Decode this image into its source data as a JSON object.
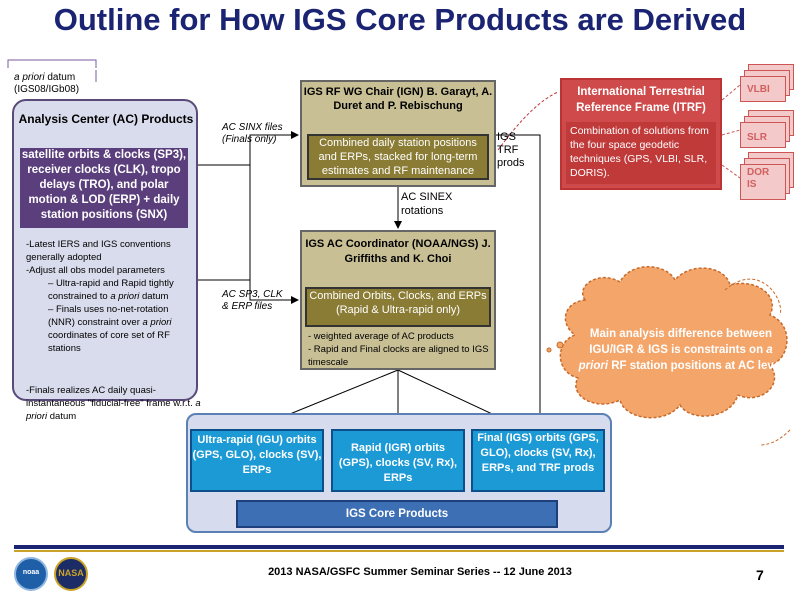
{
  "title": "Outline for How IGS Core Products are Derived",
  "apriori_datum": {
    "line1_italic": "a priori",
    "line1_rest": " datum",
    "line2": "(IGS08/IGb08)"
  },
  "analysis_center": {
    "title": "Analysis Center (AC) Products",
    "purple_text": "satellite orbits & clocks (SP3), receiver clocks (CLK), tropo delays (TRO), and polar motion & LOD (ERP) + daily station positions (SNX)",
    "notes": [
      "-Latest IERS and IGS conventions generally adopted",
      "-Adjust all obs model parameters"
    ],
    "sub1": "Ultra-rapid and Rapid tightly constrained to ",
    "sub1_italic": "a priori",
    "sub1_end": " datum",
    "sub2": "Finals uses no-net-rotation (NNR) constraint over ",
    "sub2_italic": "a priori",
    "sub2_end": " coordinates of core set of RF stations",
    "final_note": "-Finals realizes AC daily quasi-instantaneous \"fiducial-free\" frame w.r.t. ",
    "final_note_italic": "a priori",
    "final_note_end": " datum"
  },
  "rf_wg": {
    "head": "IGS RF WG Chair (IGN) B. Garayt, A. Duret and P. Rebischung",
    "inner": "Combined daily station positions and ERPs, stacked for long-term estimates and RF maintenance"
  },
  "ac_coord": {
    "head": "IGS AC Coordinator (NOAA/NGS) J. Griffiths and K. Choi",
    "inner": "Combined Orbits, Clocks, and ERPs (Rapid & Ultra-rapid only)",
    "notes": [
      "- weighted average of AC products",
      "- Rapid and Final clocks are aligned to IGS timescale"
    ]
  },
  "labels": {
    "ac_sinx": "AC SINX files (Finals only)",
    "ac_sp3": "AC SP3, CLK & ERP files",
    "ac_sinex_rot": "AC SINEX rotations",
    "igs_trf": "IGS TRF prods"
  },
  "itrf": {
    "title": "International Terrestrial Reference Frame (ITRF)",
    "inner": "Combination of solutions from the four space geodetic techniques (GPS, VLBI, SLR, DORIS)."
  },
  "techniques": [
    "VLBI",
    "SLR",
    "DORIS"
  ],
  "cloud_text_parts": [
    "Main analysis difference between IGU/IGR & IGS is constraints on ",
    "a priori",
    " RF station positions at AC level"
  ],
  "products": {
    "ultra": "Ultra-rapid (IGU) orbits (GPS, GLO), clocks (SV), ERPs",
    "rapid": "Rapid (IGR) orbits (GPS), clocks (SV, Rx), ERPs",
    "final": "Final (IGS) orbits (GPS, GLO), clocks (SV, Rx), ERPs, and TRF prods",
    "core": "IGS Core Products"
  },
  "footer": {
    "text": "2013 NASA/GSFC Summer Seminar Series -- 12 June 2013",
    "page": "7",
    "noaa_logo": "noaa",
    "nasa_logo": "NASA"
  },
  "colors": {
    "title": "#1a2472",
    "ac_purple": "#5b3f7c",
    "tan": "#c8bf95",
    "olive": "#8a7c34",
    "itrf_red": "#cf4b4b",
    "cloud": "#f4a56a",
    "product_blue": "#1c9ad6",
    "core_blue": "#3d6fb4"
  }
}
